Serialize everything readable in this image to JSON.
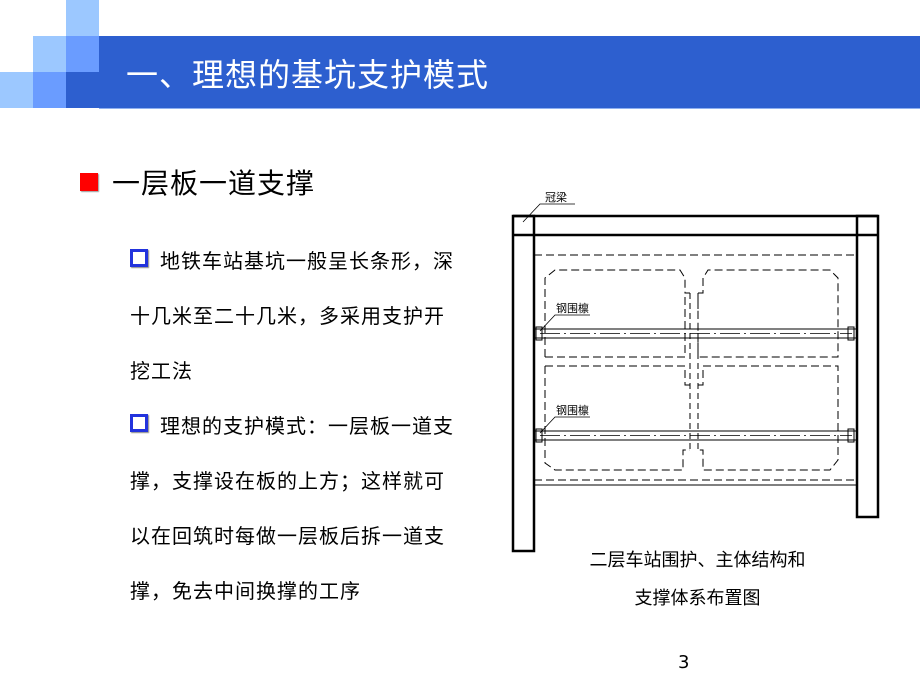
{
  "slide": {
    "title": "一、理想的基坑支护模式",
    "heading": "一层板一道支撑",
    "bullets": [
      {
        "lines": [
          "地铁车站基坑一般呈长条形，深",
          "十几米至二十几米，多采用支护开",
          "挖工法"
        ]
      },
      {
        "lines": [
          "理想的支护模式：一层板一道支",
          "撑，支撑设在板的上方；这样就可",
          "以在回筑时每做一层板后拆一道支",
          "撑，免去中间换撑的工序"
        ]
      }
    ],
    "diagram": {
      "labels": {
        "crown_beam": "冠梁",
        "steel_waler_1": "钢围檩",
        "steel_waler_2": "钢围檩"
      },
      "caption_lines": [
        "二层车站围护、主体结构和",
        "支撑体系布置图"
      ]
    },
    "page_number": "3",
    "colors": {
      "title_bar": "#2d5fcf",
      "title_text": "#ffffff",
      "accent_light": "#9cc8ff",
      "accent_mid": "#6a9cff",
      "heading_bullet": "#ff0000",
      "sub_bullet": "#2233dd"
    },
    "icons": {
      "heading_bullet": "red-square-icon",
      "sub_bullet": "hollow-square-icon"
    }
  }
}
